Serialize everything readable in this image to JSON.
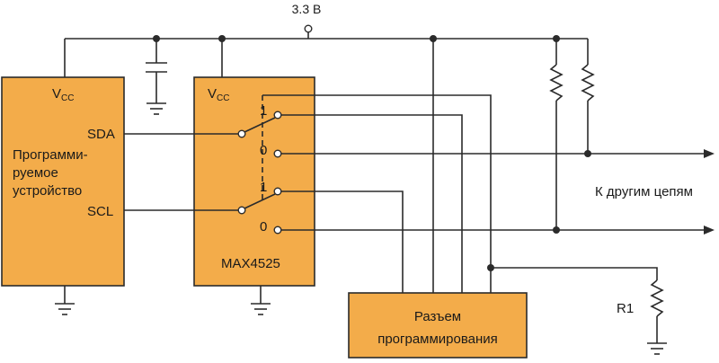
{
  "supply_label": "3.3 В",
  "mcu": {
    "vcc": "V",
    "vcc_sub": "CC",
    "sda": "SDA",
    "scl": "SCL",
    "name_lines": [
      "Программи-",
      "руемое",
      "устройство"
    ]
  },
  "switch_ic": {
    "vcc": "V",
    "vcc_sub": "CC",
    "name": "MAX4525",
    "sda_pos_1": "1",
    "sda_pos_0": "0",
    "scl_pos_1": "1",
    "scl_pos_0": "0"
  },
  "connector": {
    "name_lines": [
      "Разъем",
      "программирования"
    ]
  },
  "resistor_label": "R1",
  "bus_label": "К другим цепям",
  "colors": {
    "block_fill": "#f3ac4a",
    "line": "#2b2b2b"
  }
}
